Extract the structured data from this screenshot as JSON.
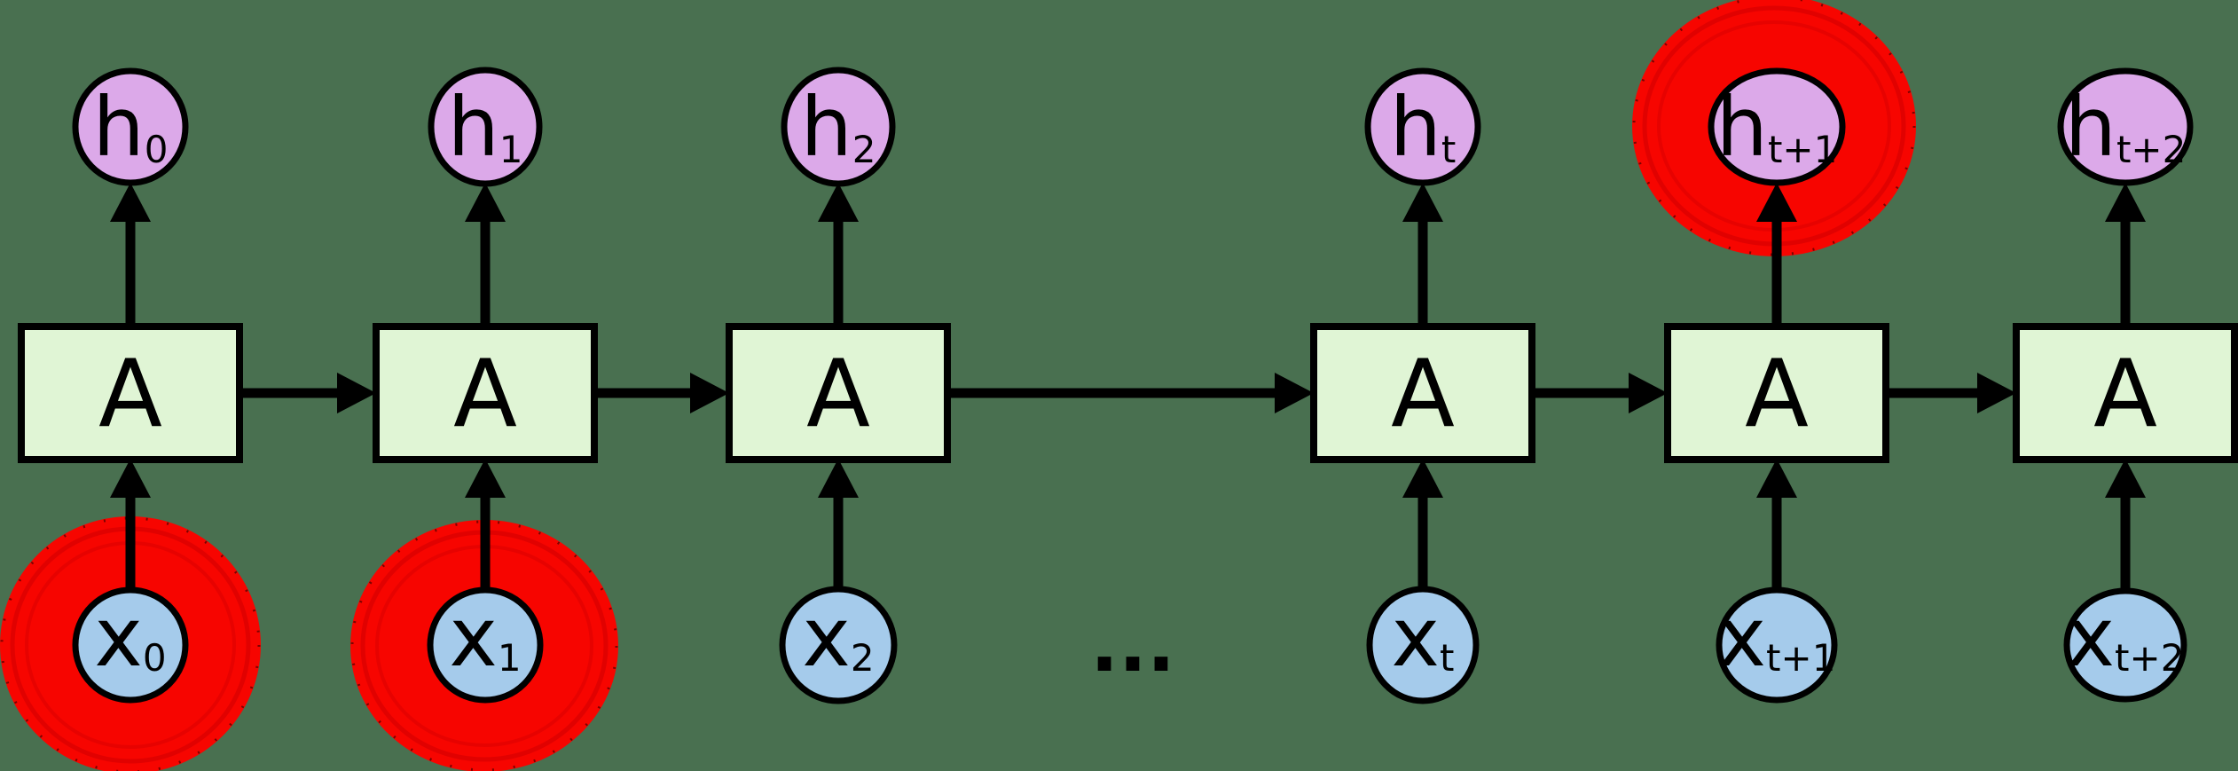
{
  "colors": {
    "background": "#497050",
    "cell_fill": "#E0F5D5",
    "h_node_fill": "#DCA9E9",
    "x_node_fill": "#A5CBEB",
    "highlight_red": "#F70500",
    "highlight_ring": "#DB0000",
    "outline": "#000000"
  },
  "cells": [
    "A",
    "A",
    "A",
    "A",
    "A",
    "A"
  ],
  "h_nodes": [
    {
      "main": "h",
      "sub": "0"
    },
    {
      "main": "h",
      "sub": "1"
    },
    {
      "main": "h",
      "sub": "2"
    },
    {
      "main": "h",
      "sub": "t"
    },
    {
      "main": "h",
      "sub": "t+1"
    },
    {
      "main": "h",
      "sub": "t+2"
    }
  ],
  "x_nodes": [
    {
      "main": "x",
      "sub": "0"
    },
    {
      "main": "x",
      "sub": "1"
    },
    {
      "main": "x",
      "sub": "2"
    },
    {
      "main": "x",
      "sub": "t"
    },
    {
      "main": "x",
      "sub": "t+1"
    },
    {
      "main": "x",
      "sub": "t+2"
    }
  ],
  "ellipsis": "...",
  "highlights": [
    "x0",
    "x1",
    "ht+1"
  ]
}
